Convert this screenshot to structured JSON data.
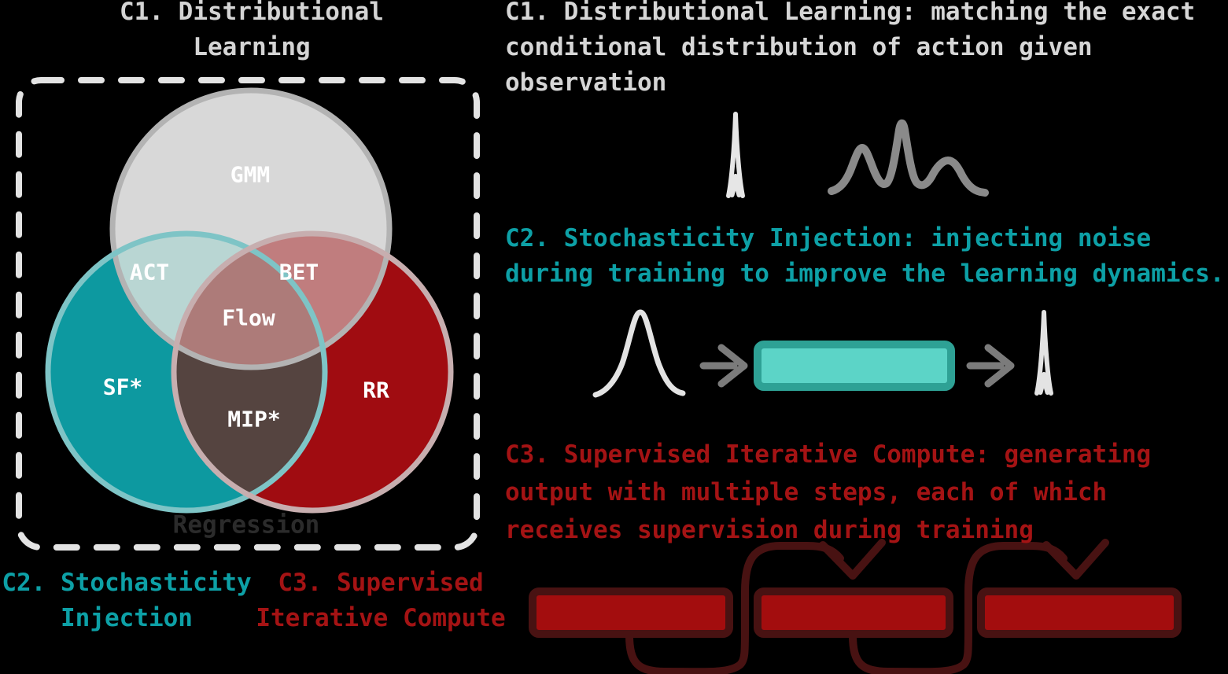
{
  "left_panel": {
    "heading": "C1. Distributional Learning",
    "venn": {
      "top": "GMM",
      "top_left_overlap": "ACT",
      "top_right_overlap": "BET",
      "center": "Flow",
      "left": "SF*",
      "bottom_overlap": "MIP*",
      "right": "RR"
    },
    "regression_label": "Regression",
    "caption_c2": "C2. Stochasticity Injection",
    "caption_c3": "C3. Supervised Iterative Compute"
  },
  "right_panel": {
    "c1_description": "C1. Distributional Learning: matching the exact conditional distribution of action given observation",
    "c2_description": "C2. Stochasticity Injection: injecting noise during training to improve the learning dynamics.",
    "c3_description": "C3. Supervised Iterative Compute: generating output with multiple steps, each of which receives supervision during training"
  },
  "colors": {
    "background": "#000000",
    "light_gray_text": "#d6d6d6",
    "teal_text": "#0da0a6",
    "red_text": "#a41314",
    "regression_text": "#2b2b2b",
    "dashed_border": "#e3e3e3",
    "venn_gray": "#d8d8d8",
    "venn_teal": "#0d99a0",
    "venn_red": "#a00c11",
    "venn_gray_teal": "#b9d6d3",
    "venn_gray_red": "#c07d7e",
    "venn_teal_red": "#554440",
    "venn_center": "#ad7b79",
    "curve_light": "#e3e3e3",
    "curve_gray": "#8a8a8a",
    "arrow_gray": "#7b7b7b",
    "noise_block_fill": "#5cd4c7",
    "noise_block_border": "#2ea195",
    "compute_block_fill": "#a30d0e",
    "compute_block_border": "#481212"
  }
}
